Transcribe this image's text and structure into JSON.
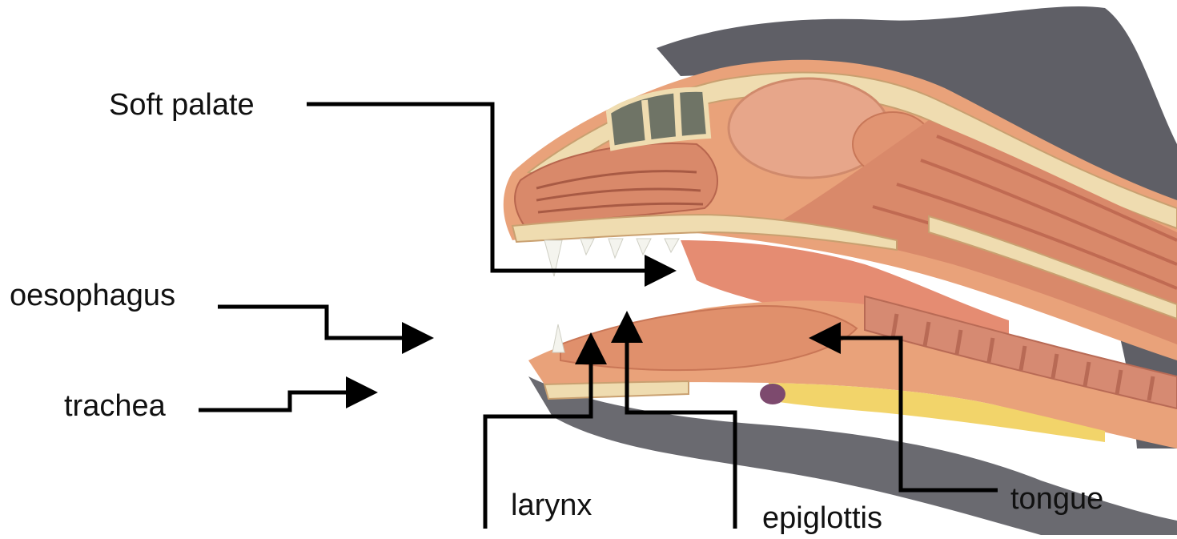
{
  "labels": {
    "soft_palate": "Soft palate",
    "oesophagus": "oesophagus",
    "trachea": "trachea",
    "larynx": "larynx",
    "epiglottis": "epiglottis",
    "tongue": "tongue"
  },
  "colors": {
    "background": "#ffffff",
    "fur": "#5f5f66",
    "skin": "#e9a27a",
    "muscle": "#d9896a",
    "muscle_dark": "#c06a52",
    "bone": "#efdcb0",
    "sinus": "#6f7466",
    "mouth_cavity": "#e58c72",
    "teeth": "#f4f4ee",
    "fat": "#f2d46a",
    "gland": "#7d4a6e",
    "arrow": "#000000"
  }
}
